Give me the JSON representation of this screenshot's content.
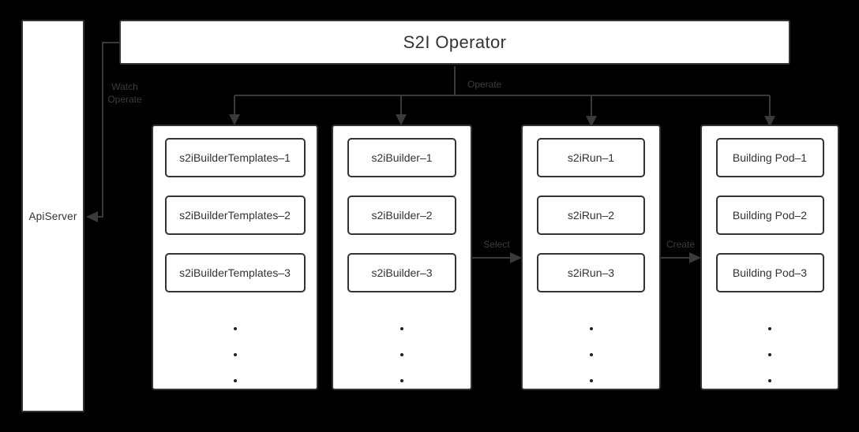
{
  "colors": {
    "background": "#000000",
    "box_fill": "#ffffff",
    "box_border": "#333333",
    "connector": "#3a3a3a",
    "edge_label": "#3d3d3d",
    "text": "#333333"
  },
  "api_server": {
    "label": "ApiServer"
  },
  "operator": {
    "title": "S2I Operator"
  },
  "edges": {
    "watch_operate": {
      "line1": "Watch",
      "line2": "Operate"
    },
    "operate_label": "Operate",
    "select_label": "Select",
    "create_label": "Create"
  },
  "columns": [
    {
      "name": "s2i-builder-templates",
      "items": [
        "s2iBuilderTemplates–1",
        "s2iBuilderTemplates–2",
        "s2iBuilderTemplates–3"
      ]
    },
    {
      "name": "s2i-builders",
      "items": [
        "s2iBuilder–1",
        "s2iBuilder–2",
        "s2iBuilder–3"
      ]
    },
    {
      "name": "s2i-runs",
      "items": [
        "s2iRun–1",
        "s2iRun–2",
        "s2iRun–3"
      ]
    },
    {
      "name": "building-pods",
      "items": [
        "Building Pod–1",
        "Building Pod–2",
        "Building Pod–3"
      ]
    }
  ]
}
